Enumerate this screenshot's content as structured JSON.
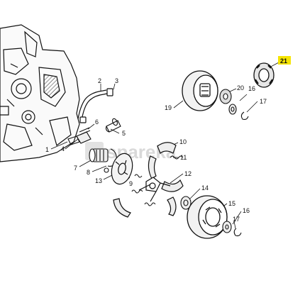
{
  "watermark": "spareka",
  "highlight_color": "#f5e400",
  "part_labels": [
    {
      "id": "p1",
      "text": "1"
    },
    {
      "id": "p2",
      "text": "2"
    },
    {
      "id": "p3",
      "text": "3"
    },
    {
      "id": "p4",
      "text": "4"
    },
    {
      "id": "p5",
      "text": "5"
    },
    {
      "id": "p6",
      "text": "6"
    },
    {
      "id": "p7",
      "text": "7"
    },
    {
      "id": "p8",
      "text": "8"
    },
    {
      "id": "p9",
      "text": "9"
    },
    {
      "id": "p10",
      "text": "10"
    },
    {
      "id": "p11",
      "text": "11"
    },
    {
      "id": "p12",
      "text": "12"
    },
    {
      "id": "p13",
      "text": "13"
    },
    {
      "id": "p14",
      "text": "14"
    },
    {
      "id": "p15",
      "text": "15"
    },
    {
      "id": "p16a",
      "text": "16"
    },
    {
      "id": "p16b",
      "text": "16"
    },
    {
      "id": "p17a",
      "text": "17"
    },
    {
      "id": "p17b",
      "text": "17"
    },
    {
      "id": "p19",
      "text": "19"
    },
    {
      "id": "p20",
      "text": "20"
    },
    {
      "id": "p21",
      "text": "21"
    }
  ]
}
